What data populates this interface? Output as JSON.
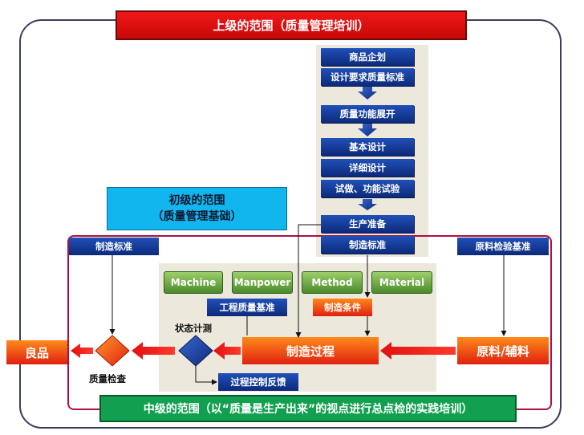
{
  "title_upper": "上级的范围（质量管理培训）",
  "flow_steps": [
    "商品企划",
    "设计要求质量标准",
    "质量功能展开",
    "基本设计",
    "详细设计",
    "试做、功能试验",
    "生产准备",
    "制造标准"
  ],
  "primary": {
    "line1": "初级的范围",
    "line2": "（质量管理基础）"
  },
  "left_standard": "制造标准",
  "right_standard": "原料检验基准",
  "four_m": [
    "Machine",
    "Manpower",
    "Method",
    "Material"
  ],
  "process_quality_standard": "工程质量基准",
  "manufacturing_conditions": "制造条件",
  "status_measure": "状态计测",
  "manufacturing_process": "制造过程",
  "raw_materials": "原料/辅料",
  "good_product": "良品",
  "quality_inspection": "质量检查",
  "process_feedback": "过程控制反馈",
  "title_middle": "中级的范围（以“质量是生产出来”的视点进行总点检的实践培训）"
}
